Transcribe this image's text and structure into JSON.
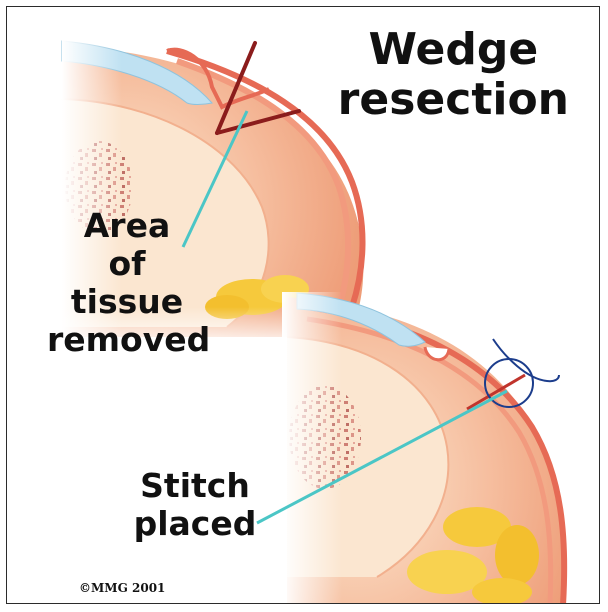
{
  "title": {
    "line1": "Wedge",
    "line2": "resection"
  },
  "labels": {
    "area": {
      "line1": "Area",
      "line2": "of",
      "line3": "tissue",
      "line4": "removed"
    },
    "stitch": {
      "line1": "Stitch",
      "line2": "placed"
    }
  },
  "copyright": "©MMG 2001",
  "colors": {
    "tissue_outer": "#efa07c",
    "tissue_mid": "#f5b594",
    "tissue_inner": "#fbe2c8",
    "membrane_red": "#e05a50",
    "cartilage_blue": "#bcdff0",
    "fat_yellow": "#f6c93c",
    "leader_teal": "#4bc6c6",
    "cut_line": "#8b1c1c",
    "stitch_navy": "#1c3d8c"
  }
}
